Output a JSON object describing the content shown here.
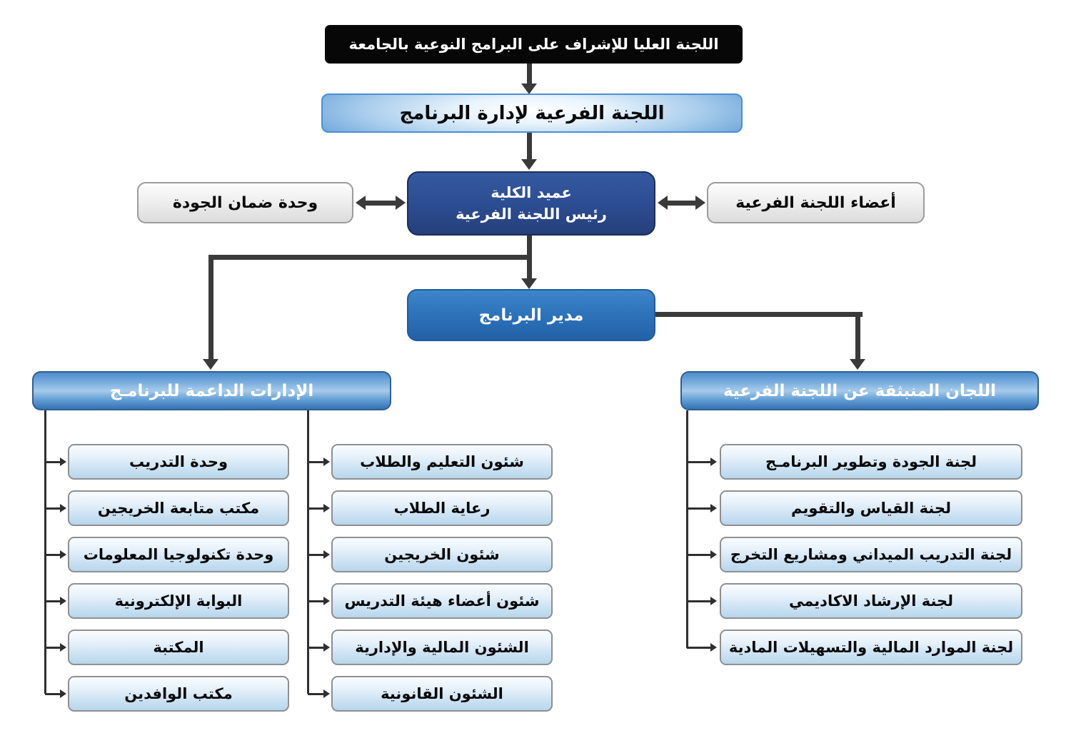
{
  "org_chart": {
    "top_committee": "اللجنة العليا للإشراف على البرامج النوعية بالجامعة",
    "sub_committee": "اللجنة الفرعية لإدارة البرنامج",
    "dean": {
      "line1": "عميد الكلية",
      "line2": "رئيس اللجنة الفرعية"
    },
    "quality_assurance_unit": "وحدة ضمان الجودة",
    "subcommittee_members": "أعضاء اللجنة الفرعية",
    "program_director": "مدير البرنامج",
    "supporting_departments": {
      "header": "الإدارات الداعمة للبرنامـج",
      "column_a": [
        "وحدة التدريب",
        "مكتب متابعة الخريجين",
        "وحدة تكنولوجيا المعلومات",
        "البوابة الإلكترونية",
        "المكتبة",
        "مكتب الوافدين"
      ],
      "column_b": [
        "شئون التعليم والطلاب",
        "رعاية الطلاب",
        "شئون الخريجين",
        "شئون أعضاء هيئة التدريس",
        "الشئون المالية والإدارية",
        "الشئون القانونية"
      ]
    },
    "subcommittee_committees": {
      "header": "اللجان المنبثقة عن اللجنة الفرعية",
      "items": [
        "لجنة الجودة وتطوير البرنامـج",
        "لجنة القياس والتقويم",
        "لجنة التدريب الميداني ومشاريع التخرج",
        "لجنة الإرشاد الاكاديمي",
        "لجنة الموارد المالية والتسهيلات المادية"
      ]
    },
    "colors": {
      "top_box_bg": "#070707",
      "dean_box_bg": "#2c4c90",
      "director_box_bg": "#2e74bc",
      "header_bg": "#5f9bd3",
      "item_bg": "#cfe4f4",
      "gray_box_bg": "#efefef",
      "connector": "#3a3a3a"
    }
  }
}
